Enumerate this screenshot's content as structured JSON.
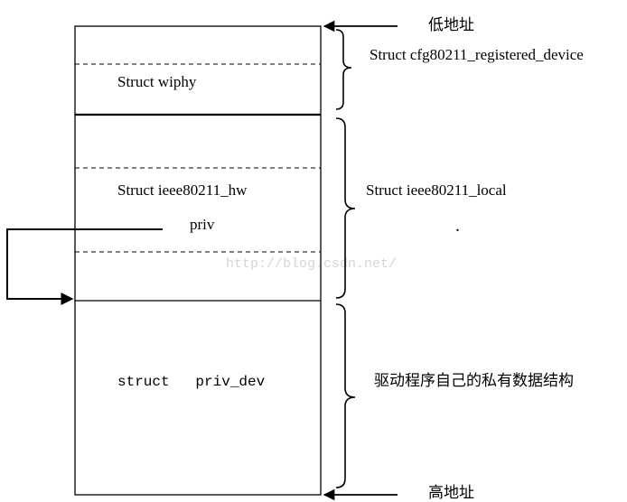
{
  "labels": {
    "low_address": "低地址",
    "high_address": "高地址",
    "cfg_device": "Struct cfg80211_registered_device",
    "wiphy": "Struct wiphy",
    "ieee_local": "Struct ieee80211_local",
    "ieee_hw": "Struct ieee80211_hw",
    "priv": "priv",
    "priv_dev": "struct   priv_dev",
    "private_data": "驱动程序自己的私有数据结构",
    "dot": ".",
    "watermark": "http://blog.csdn.net/"
  }
}
